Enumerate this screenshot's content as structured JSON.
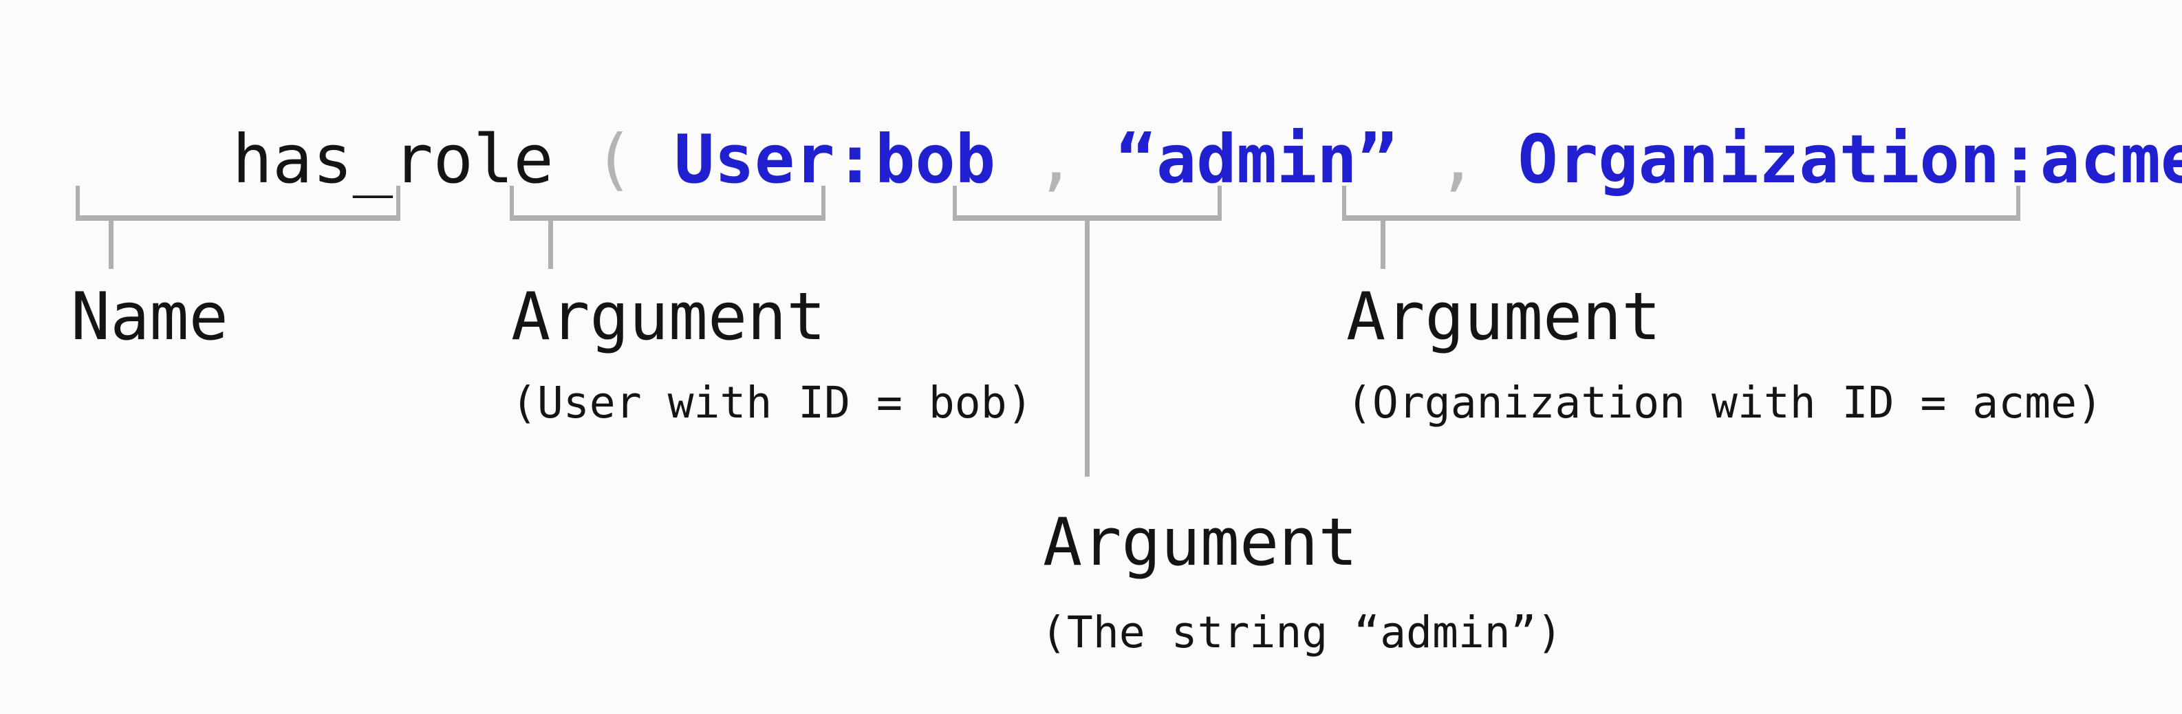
{
  "code": {
    "tokens": [
      {
        "text": "has_role",
        "type": "function-name"
      },
      {
        "text": " ( ",
        "type": "punctuation"
      },
      {
        "text": "User:bob",
        "type": "argument"
      },
      {
        "text": " , ",
        "type": "punctuation"
      },
      {
        "text": "“admin”",
        "type": "argument"
      },
      {
        "text": " , ",
        "type": "punctuation"
      },
      {
        "text": "Organization:acme",
        "type": "argument"
      },
      {
        "text": " )",
        "type": "punctuation"
      }
    ]
  },
  "annotations": {
    "name": {
      "label": "Name"
    },
    "arg1": {
      "label": "Argument",
      "detail": "(User with ID = bob)"
    },
    "arg2": {
      "label": "Argument",
      "detail": "(The string “admin”)"
    },
    "arg3": {
      "label": "Argument",
      "detail": "(Organization with ID = acme)"
    }
  },
  "colors": {
    "background": "#fbfbfb",
    "text_black": "#141414",
    "argument_blue": "#2020d0",
    "punctuation_gray": "#b4b4b4",
    "bracket_line_gray": "#b0b0b0"
  }
}
